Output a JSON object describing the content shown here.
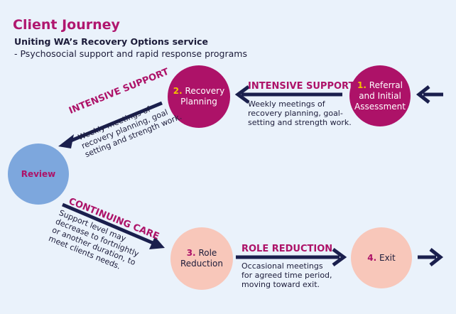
{
  "header": {
    "title": "Client Journey",
    "subtitle": "Uniting WA’s Recovery Options service",
    "subtitle2": "- Psychosocial support and rapid response programs"
  },
  "nodes": {
    "referral": {
      "number": "1.",
      "line1": "Referral",
      "line2": "and Initial",
      "line3": "Assessment"
    },
    "recovery": {
      "number": "2.",
      "line1": "Recovery",
      "line2": "Planning"
    },
    "review": {
      "label": "Review"
    },
    "role": {
      "number": "3.",
      "line1": "Role",
      "line2": "Reduction"
    },
    "exit": {
      "number": "4.",
      "label": "Exit"
    }
  },
  "edges": {
    "intensive_top": {
      "label": "INTENSIVE SUPPORT",
      "desc1": "Weekly meetings of",
      "desc2": "recovery planning, goal-",
      "desc3": "setting and strength work."
    },
    "intensive_diag": {
      "label": "INTENSIVE SUPPORT",
      "desc1": "Weekly meetings of",
      "desc2": "recovery planning, goal",
      "desc3": "setting and strength work."
    },
    "continuing": {
      "label": "CONTINUING CARE",
      "desc1": "Support level may",
      "desc2": "decrease to fortnightly",
      "desc3": "or another duration, to",
      "desc4": "meet clients needs."
    },
    "role_reduction": {
      "label": "ROLE REDUCTION",
      "desc1": "Occasional meetings",
      "desc2": "for agreed time period,",
      "desc3": "moving toward exit."
    }
  },
  "colors": {
    "magenta": "#ad1268",
    "navy": "#1a1f4d",
    "blue": "#7da7dd",
    "peach": "#f8c7ba",
    "yellow": "#f2c300",
    "background": "#eaf2fb"
  }
}
